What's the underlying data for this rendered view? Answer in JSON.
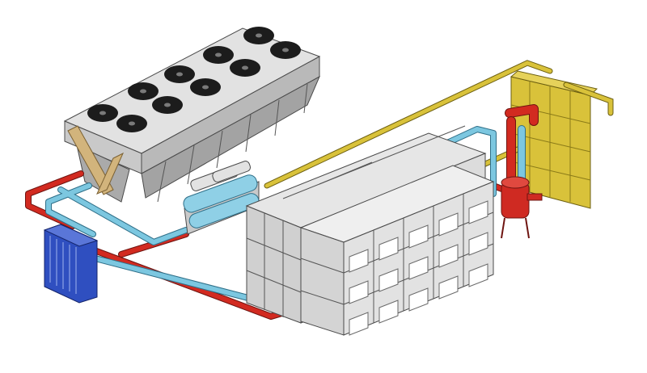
{
  "colors": {
    "background": "#ffffff",
    "hot_pipe": "#d22a20",
    "cold_pipe": "#7cc7e0",
    "yellow_duct": "#d9c23a",
    "equipment_gray": "#d8d8d8",
    "equipment_dark": "#9a9a9a",
    "heat_exchanger_blue": "#2f4fc0",
    "chiller_blue": "#8fd0e6",
    "tank_red": "#cf2a22",
    "fan_black": "#1c1c1c",
    "tan_brace": "#d2b47c"
  },
  "components": {
    "dry_cooler": {
      "icon": "dry-cooler-icon",
      "fan_count": 10
    },
    "chiller": {
      "icon": "chiller-icon"
    },
    "plate_heat_exchanger": {
      "icon": "plate-heat-exchanger-icon"
    },
    "server_racks": {
      "icon": "server-rack-icon",
      "rear_block_modules": 18,
      "front_block_modules": 15
    },
    "expansion_tank": {
      "icon": "tank-icon"
    },
    "cooling_tower_panel": {
      "icon": "cooling-panel-icon"
    },
    "pipes": {
      "hot": "hot-pipe",
      "cold": "cold-pipe",
      "duct": "yellow-duct"
    }
  }
}
